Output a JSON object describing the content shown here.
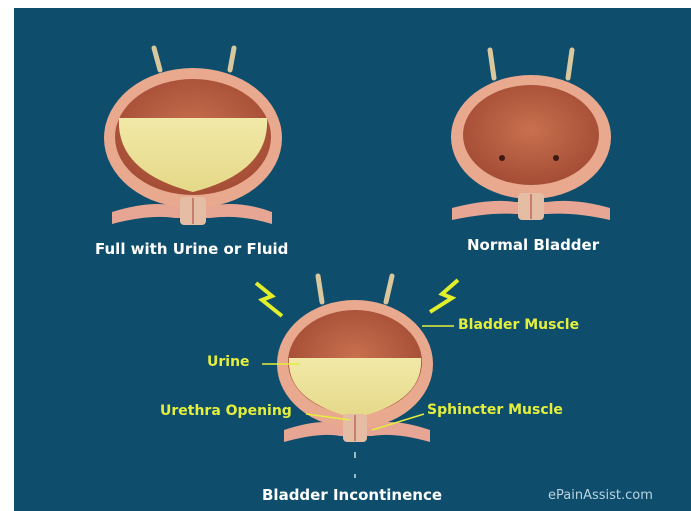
{
  "captions": {
    "full": "Full with Urine or Fluid",
    "normal": "Normal Bladder",
    "incontinence": "Bladder Incontinence"
  },
  "labels": {
    "bladder_muscle": "Bladder Muscle",
    "urine": "Urine",
    "urethra_opening": "Urethra Opening",
    "sphincter_muscle": "Sphincter Muscle"
  },
  "credit": "ePainAssist.com",
  "colors": {
    "background": "#0e4d6c",
    "label": "#e4ee3c",
    "bladder_wall": "#e9a98f",
    "bladder_inner": "#b55a3f",
    "urine": "#eee5a0",
    "lightning": "#e2ef2b"
  }
}
